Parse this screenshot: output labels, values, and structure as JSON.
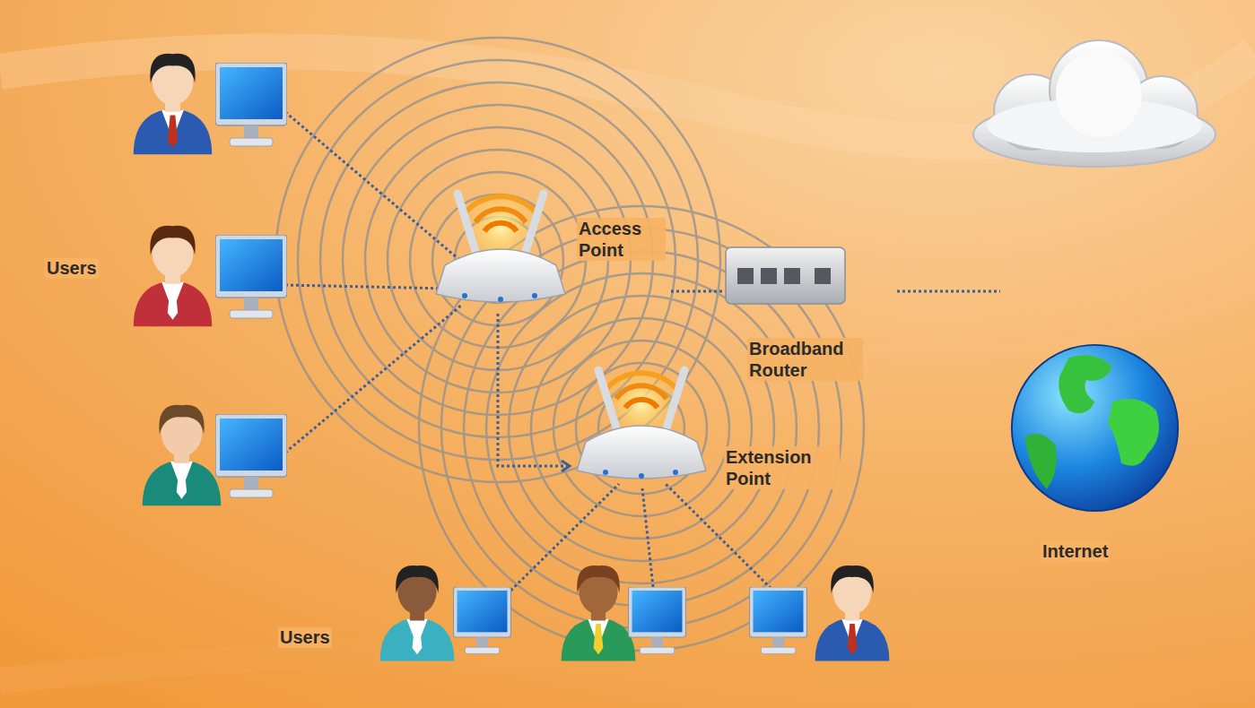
{
  "diagram": {
    "nodes": [
      {
        "text": [
          "Access Point"
        ]
      },
      {
        "text": [
          "Broadband Router"
        ]
      },
      {
        "text": [
          "Extension Point"
        ]
      },
      {
        "text": [
          "Internet"
        ]
      }
    ],
    "edges": [
      {
        "from": 0,
        "to": 1,
        "arrow": "none"
      },
      {
        "from": 0,
        "to": 2,
        "arrow": "to"
      },
      {
        "from": 1,
        "to": 3,
        "arrow": "none"
      }
    ],
    "labels": [
      "Users",
      "Users"
    ]
  }
}
